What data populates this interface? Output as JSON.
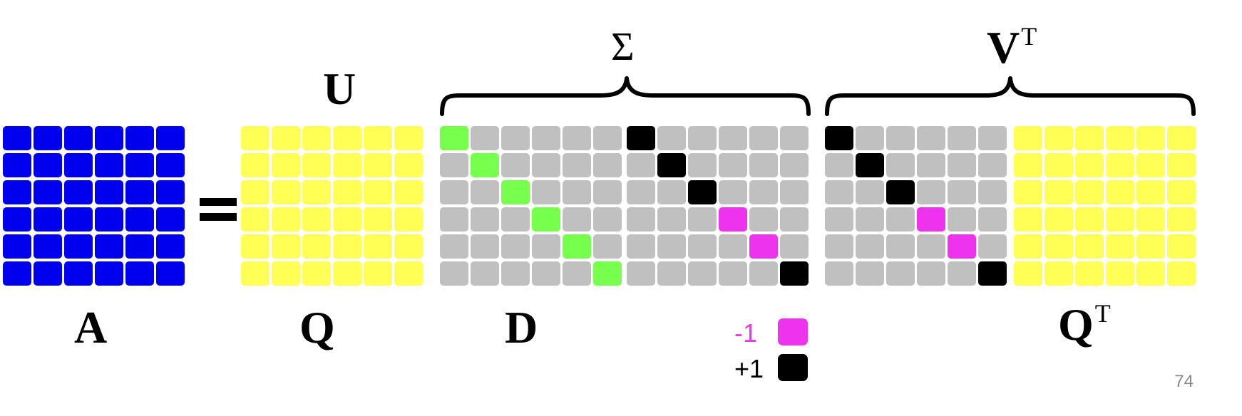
{
  "labels": {
    "A": "A",
    "equals": "=",
    "U": "U",
    "Q": "Q",
    "D": "D",
    "Sigma": "Σ",
    "V": "V",
    "V_sup": "T",
    "QT": "Q",
    "QT_sup": "T"
  },
  "legend": {
    "minus_one": "-1",
    "plus_one": "+1"
  },
  "page_number": "74",
  "colors": {
    "A": "#0000ee",
    "Q": "#ffff55",
    "gray": "#c0c0c0",
    "green": "#77ff4d",
    "black": "#000000",
    "magenta": "#ee33ee"
  },
  "matrices": [
    {
      "id": "matrix-A",
      "rows": 6,
      "cols": 6,
      "fill": "A"
    },
    {
      "id": "matrix-Q",
      "rows": 6,
      "cols": 6,
      "fill": "Q"
    },
    {
      "id": "matrix-D",
      "rows": 6,
      "cols": 6,
      "fill": "gray",
      "special": [
        [
          0,
          0,
          "green"
        ],
        [
          1,
          1,
          "green"
        ],
        [
          2,
          2,
          "green"
        ],
        [
          3,
          3,
          "green"
        ],
        [
          4,
          4,
          "green"
        ],
        [
          5,
          5,
          "green"
        ]
      ]
    },
    {
      "id": "matrix-sign-1",
      "rows": 6,
      "cols": 6,
      "fill": "gray",
      "special": [
        [
          0,
          0,
          "black"
        ],
        [
          1,
          1,
          "black"
        ],
        [
          2,
          2,
          "black"
        ],
        [
          3,
          3,
          "magenta"
        ],
        [
          4,
          4,
          "magenta"
        ],
        [
          5,
          5,
          "black"
        ]
      ]
    },
    {
      "id": "matrix-sign-2",
      "rows": 6,
      "cols": 6,
      "fill": "gray",
      "special": [
        [
          0,
          0,
          "black"
        ],
        [
          1,
          1,
          "black"
        ],
        [
          2,
          2,
          "black"
        ],
        [
          3,
          3,
          "magenta"
        ],
        [
          4,
          4,
          "magenta"
        ],
        [
          5,
          5,
          "black"
        ]
      ]
    },
    {
      "id": "matrix-QT",
      "rows": 6,
      "cols": 6,
      "fill": "Q"
    }
  ]
}
